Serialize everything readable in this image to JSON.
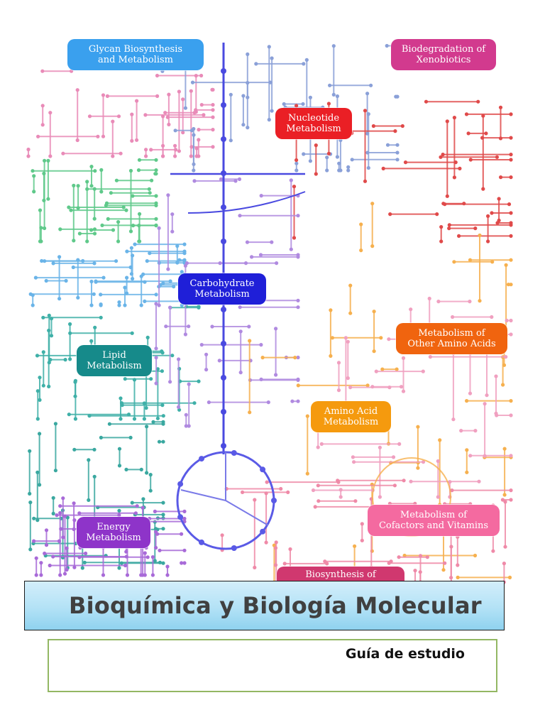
{
  "cover_image": {
    "description_icon": "metabolic-pathways-map",
    "categories": [
      {
        "key": "glycan",
        "label": "Glycan Biosynthesis\nand Metabolism",
        "color": "#3aa0ee"
      },
      {
        "key": "xenobiotics",
        "label": "Biodegradation of\nXenobiotics",
        "color": "#d23a8e"
      },
      {
        "key": "nucleotide",
        "label": "Nucleotide\nMetabolism",
        "color": "#ea1f25"
      },
      {
        "key": "carbohydrate",
        "label": "Carbohydrate\nMetabolism",
        "color": "#1f1fd8"
      },
      {
        "key": "lipid",
        "label": "Lipid\nMetabolism",
        "color": "#168a8a"
      },
      {
        "key": "other_amino",
        "label": "Metabolism of\nOther Amino Acids",
        "color": "#f0640f"
      },
      {
        "key": "amino",
        "label": "Amino Acid\nMetabolism",
        "color": "#f59a0e"
      },
      {
        "key": "cofactors",
        "label": "Metabolism of\nCofactors and Vitamins",
        "color": "#f46aa0"
      },
      {
        "key": "energy",
        "label": "Energy\nMetabolism",
        "color": "#8e34c9"
      },
      {
        "key": "secondary",
        "label": "Biosynthesis of",
        "color": "#d0386f"
      }
    ],
    "line_colors": [
      "#f7b35a",
      "#f7b35a",
      "#f7b35a",
      "#e9a0c4",
      "#9bb5e8",
      "#5ab0e6",
      "#e45555",
      "#6fd08a",
      "#2aa8a0",
      "#b38ae0",
      "#5a5ae6",
      "#f08aa8"
    ]
  },
  "document": {
    "title": "Bioquímica y Biología Molecular",
    "subtitle": "Guía de estudio"
  }
}
